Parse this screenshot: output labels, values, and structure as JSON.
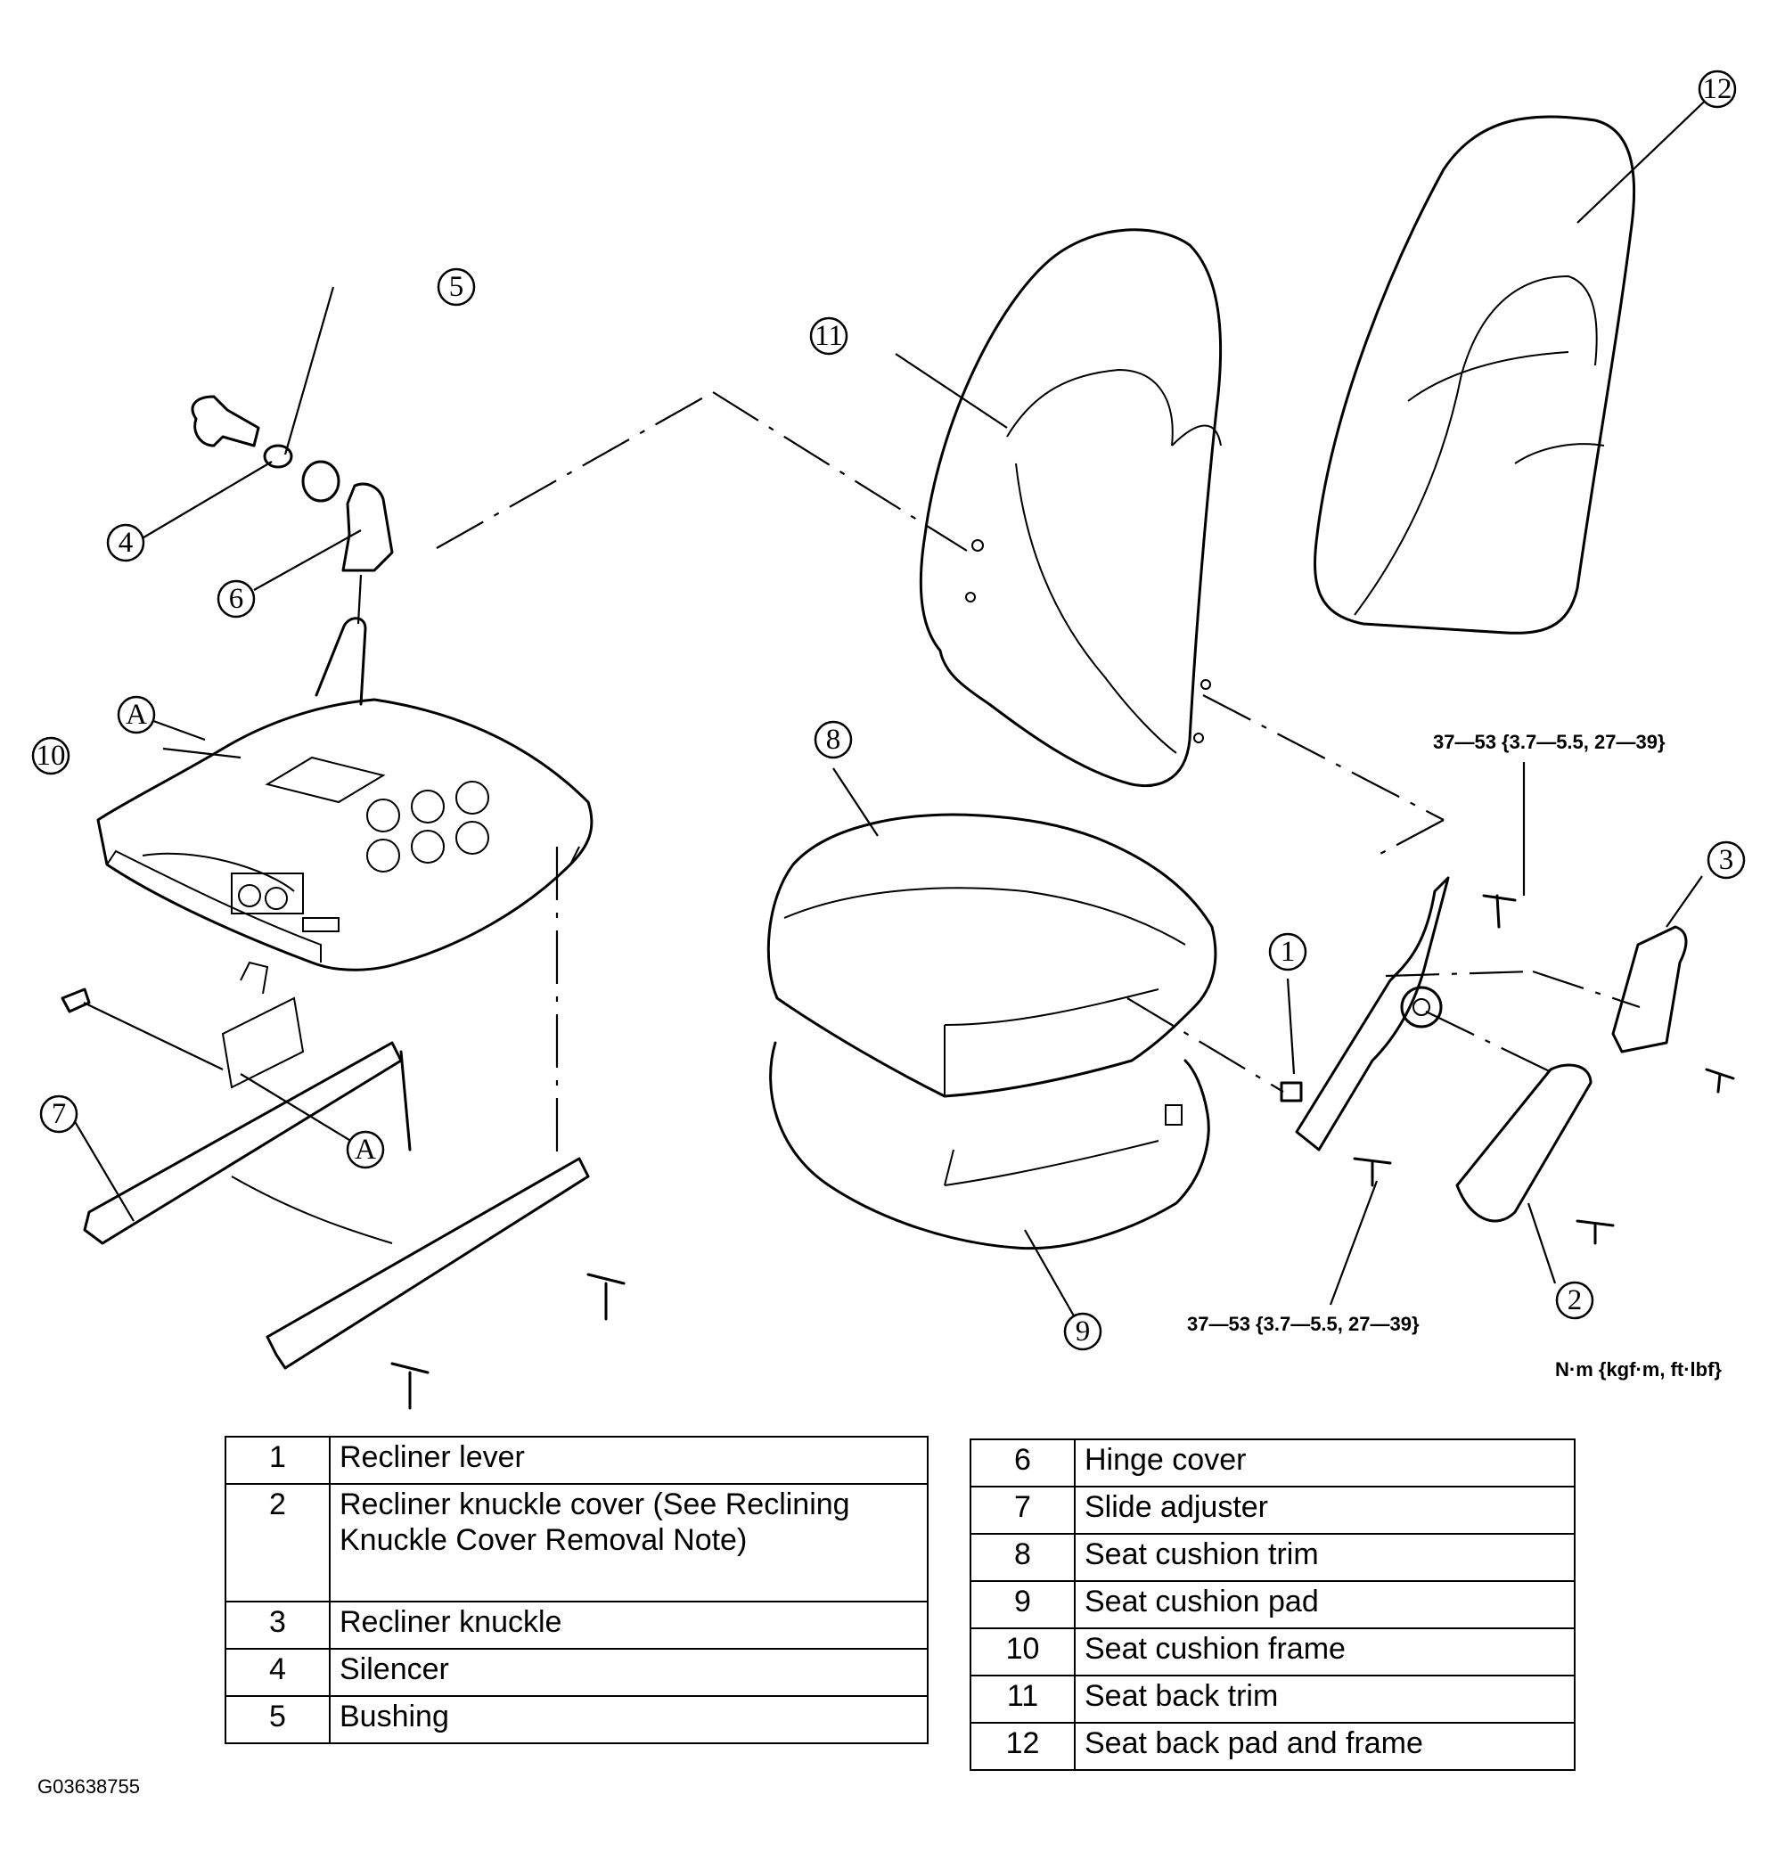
{
  "callouts": {
    "c1": "1",
    "c2": "2",
    "c3": "3",
    "c4": "4",
    "c5": "5",
    "c6": "6",
    "c7": "7",
    "c8": "8",
    "c9": "9",
    "c10": "10",
    "c11": "11",
    "c12": "12",
    "cA1": "A",
    "cA2": "A"
  },
  "torque": {
    "upper": "37—53 {3.7—5.5, 27—39}",
    "lower": "37—53 {3.7—5.5, 27—39}",
    "units": "N·m {kgf·m, ft·lbf}"
  },
  "legend_left": [
    {
      "num": "1",
      "label": "Recliner lever"
    },
    {
      "num": "2",
      "label": "Recliner knuckle cover (See Reclining Knuckle Cover Removal Note)"
    },
    {
      "num": "3",
      "label": "Recliner knuckle"
    },
    {
      "num": "4",
      "label": "Silencer"
    },
    {
      "num": "5",
      "label": "Bushing"
    }
  ],
  "legend_right": [
    {
      "num": "6",
      "label": "Hinge cover"
    },
    {
      "num": "7",
      "label": "Slide adjuster"
    },
    {
      "num": "8",
      "label": "Seat cushion trim"
    },
    {
      "num": "9",
      "label": "Seat cushion pad"
    },
    {
      "num": "10",
      "label": "Seat cushion frame"
    },
    {
      "num": "11",
      "label": "Seat back trim"
    },
    {
      "num": "12",
      "label": "Seat back pad and frame"
    }
  ],
  "figure_id": "G03638755"
}
